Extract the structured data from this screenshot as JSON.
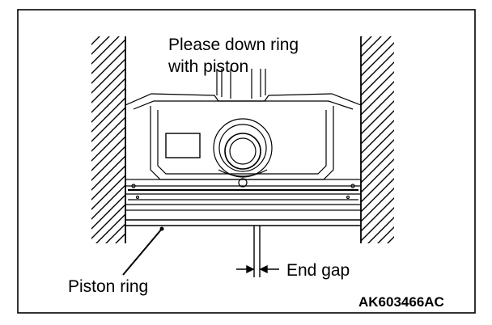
{
  "figure": {
    "instruction_line1": "Please down ring",
    "instruction_line2": "with piston",
    "piston_ring_label": "Piston ring",
    "end_gap_label": "End gap",
    "figure_code": "AK603466AC"
  },
  "colors": {
    "ink": "#000000",
    "paper": "#ffffff"
  },
  "icons": {
    "dimension_arrows": "arrow-pair-icon"
  }
}
